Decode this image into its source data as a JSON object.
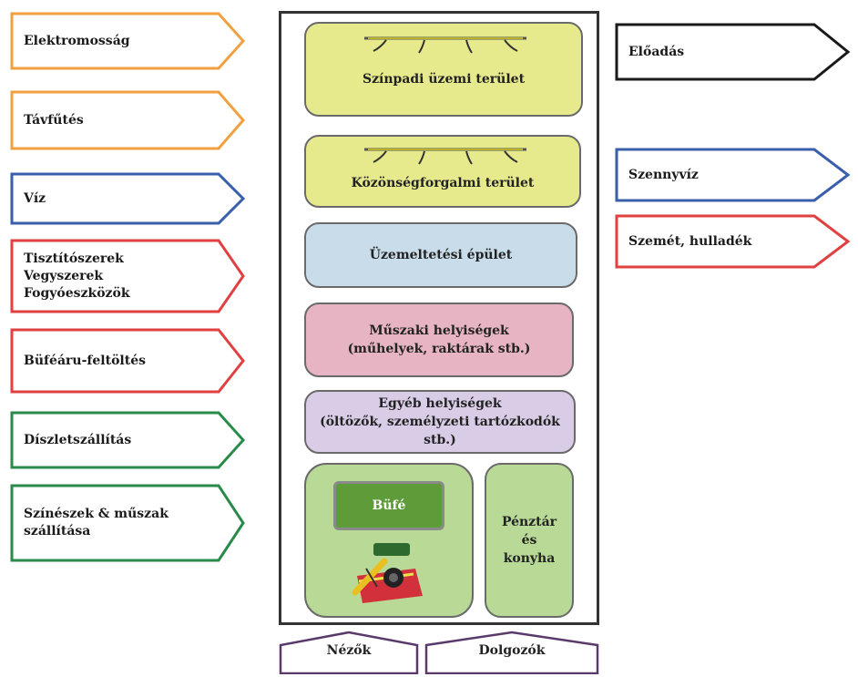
{
  "inputs": [
    {
      "id": "elektromossag",
      "label": "Elektromosság",
      "color": "#f0a040"
    },
    {
      "id": "tavfutes",
      "label": "Távfűtés",
      "color": "#f0a040"
    },
    {
      "id": "viz",
      "label": "Víz",
      "color": "#3a5faa"
    },
    {
      "id": "tisztitoszerek",
      "label": "Tisztítószerek\nVegyszerek\nFogyóeszközök",
      "color": "#e04040"
    },
    {
      "id": "bufearu",
      "label": "Büféáru-feltöltés",
      "color": "#e04040"
    },
    {
      "id": "diszletszallitas",
      "label": "Díszletszállítás",
      "color": "#2a8a4a"
    },
    {
      "id": "szineszek",
      "label": "Színészek & műszak\nszállítása",
      "color": "#2a8a4a"
    }
  ],
  "outputs": [
    {
      "id": "eloadas",
      "label": "Előadás",
      "color": "#1a1a1a"
    },
    {
      "id": "szennyviz",
      "label": "Szennyvíz",
      "color": "#3a5faa"
    },
    {
      "id": "szemet",
      "label": "Szemét, hulladék",
      "color": "#e04040"
    }
  ],
  "rooms": {
    "szinpadi": "Színpadi üzemi terület",
    "kozonseg": "Közönségforgalmi terület",
    "uzemeltetesi": "Üzemeltetési épület",
    "muszaki_1": "Műszaki helyiségek",
    "muszaki_2": "(műhelyek, raktárak stb.)",
    "egyeb_1": "Egyéb helyiségek",
    "egyeb_2": "(öltözők, személyzeti tartózkodók stb.)",
    "bufe": "Büfé",
    "penztar": "Pénztár és konyha"
  },
  "entrances": [
    {
      "id": "nezok",
      "label": "Nézők"
    },
    {
      "id": "dolgozok",
      "label": "Dolgozók"
    }
  ],
  "colors": {
    "stage": "#e6ea8c",
    "public": "#e6ea8c",
    "operations": "#c8dcea",
    "technical": "#e6b4c2",
    "other": "#d9cce6",
    "cafe_outer": "#b9d996",
    "cafe_inner": "#5e9c3a",
    "cashier": "#b9d996",
    "frame": "#333333",
    "entrance": "#5a3a6a"
  }
}
